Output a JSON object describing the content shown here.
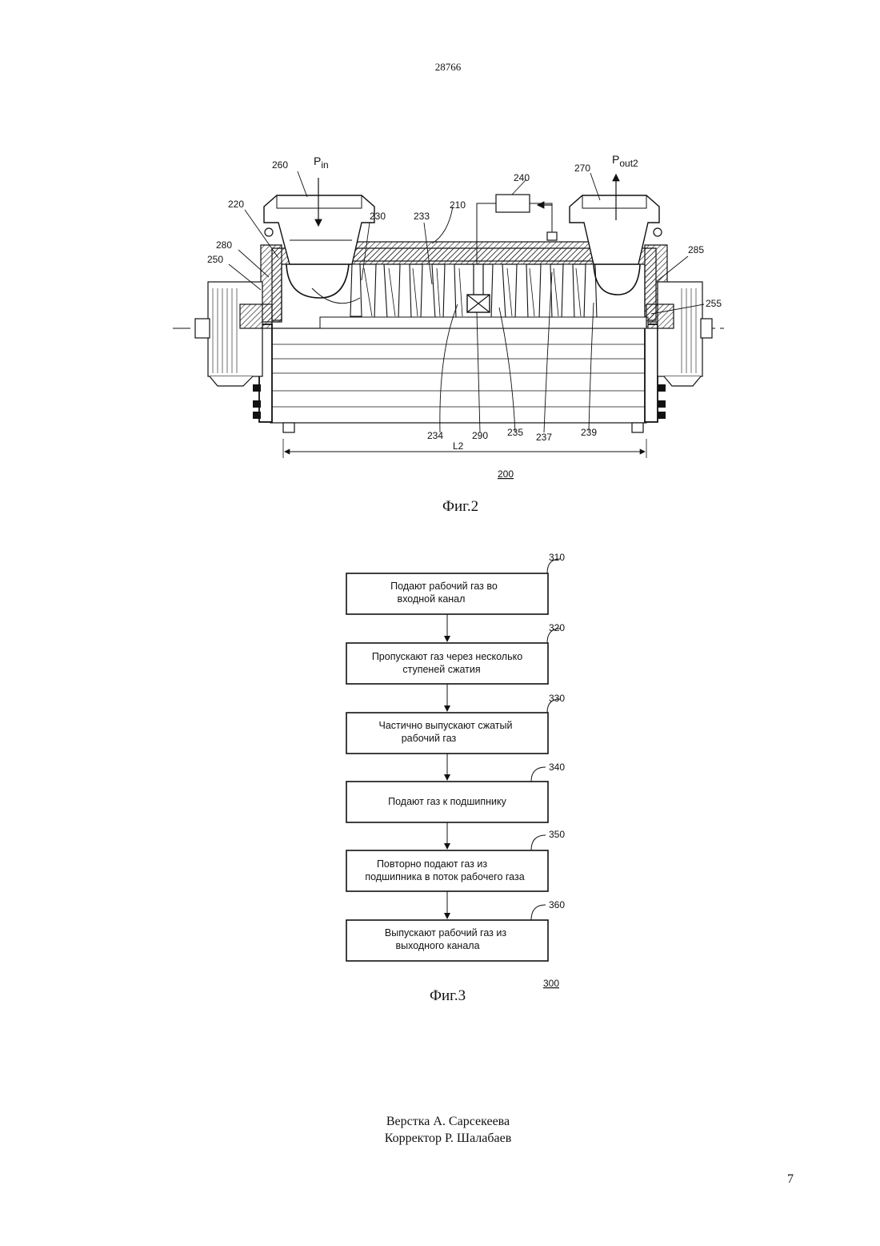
{
  "document_number": "28766",
  "page_number": "7",
  "credits": [
    "Верстка А. Сарсекеева",
    "Корректор Р. Шалабаев"
  ],
  "figure2": {
    "caption": "Фиг.2",
    "ref": "200",
    "p_in_main": "P",
    "p_in_sub": "in",
    "p_out_main": "P",
    "p_out_sub": "out2",
    "length_label": "L2",
    "labels": [
      "260",
      "220",
      "230",
      "233",
      "210",
      "240",
      "270",
      "280",
      "250",
      "285",
      "255",
      "234",
      "290",
      "235",
      "237",
      "239"
    ]
  },
  "figure3": {
    "caption": "Фиг.3",
    "ref": "300",
    "steps": [
      {
        "id": "310",
        "lines": [
          "Подают рабочий газ во",
          "входной канал"
        ]
      },
      {
        "id": "320",
        "lines": [
          "Пропускают газ через несколько",
          "ступеней сжатия"
        ]
      },
      {
        "id": "330",
        "lines": [
          "Частично выпускают сжатый",
          "рабочий газ"
        ]
      },
      {
        "id": "340",
        "lines": [
          "Подают газ к подшипнику"
        ]
      },
      {
        "id": "350",
        "lines": [
          "Повторно подают газ из",
          "подшипника в поток рабочего газа"
        ]
      },
      {
        "id": "360",
        "lines": [
          "Выпускают рабочий газ из",
          "выходного канала"
        ]
      }
    ]
  }
}
